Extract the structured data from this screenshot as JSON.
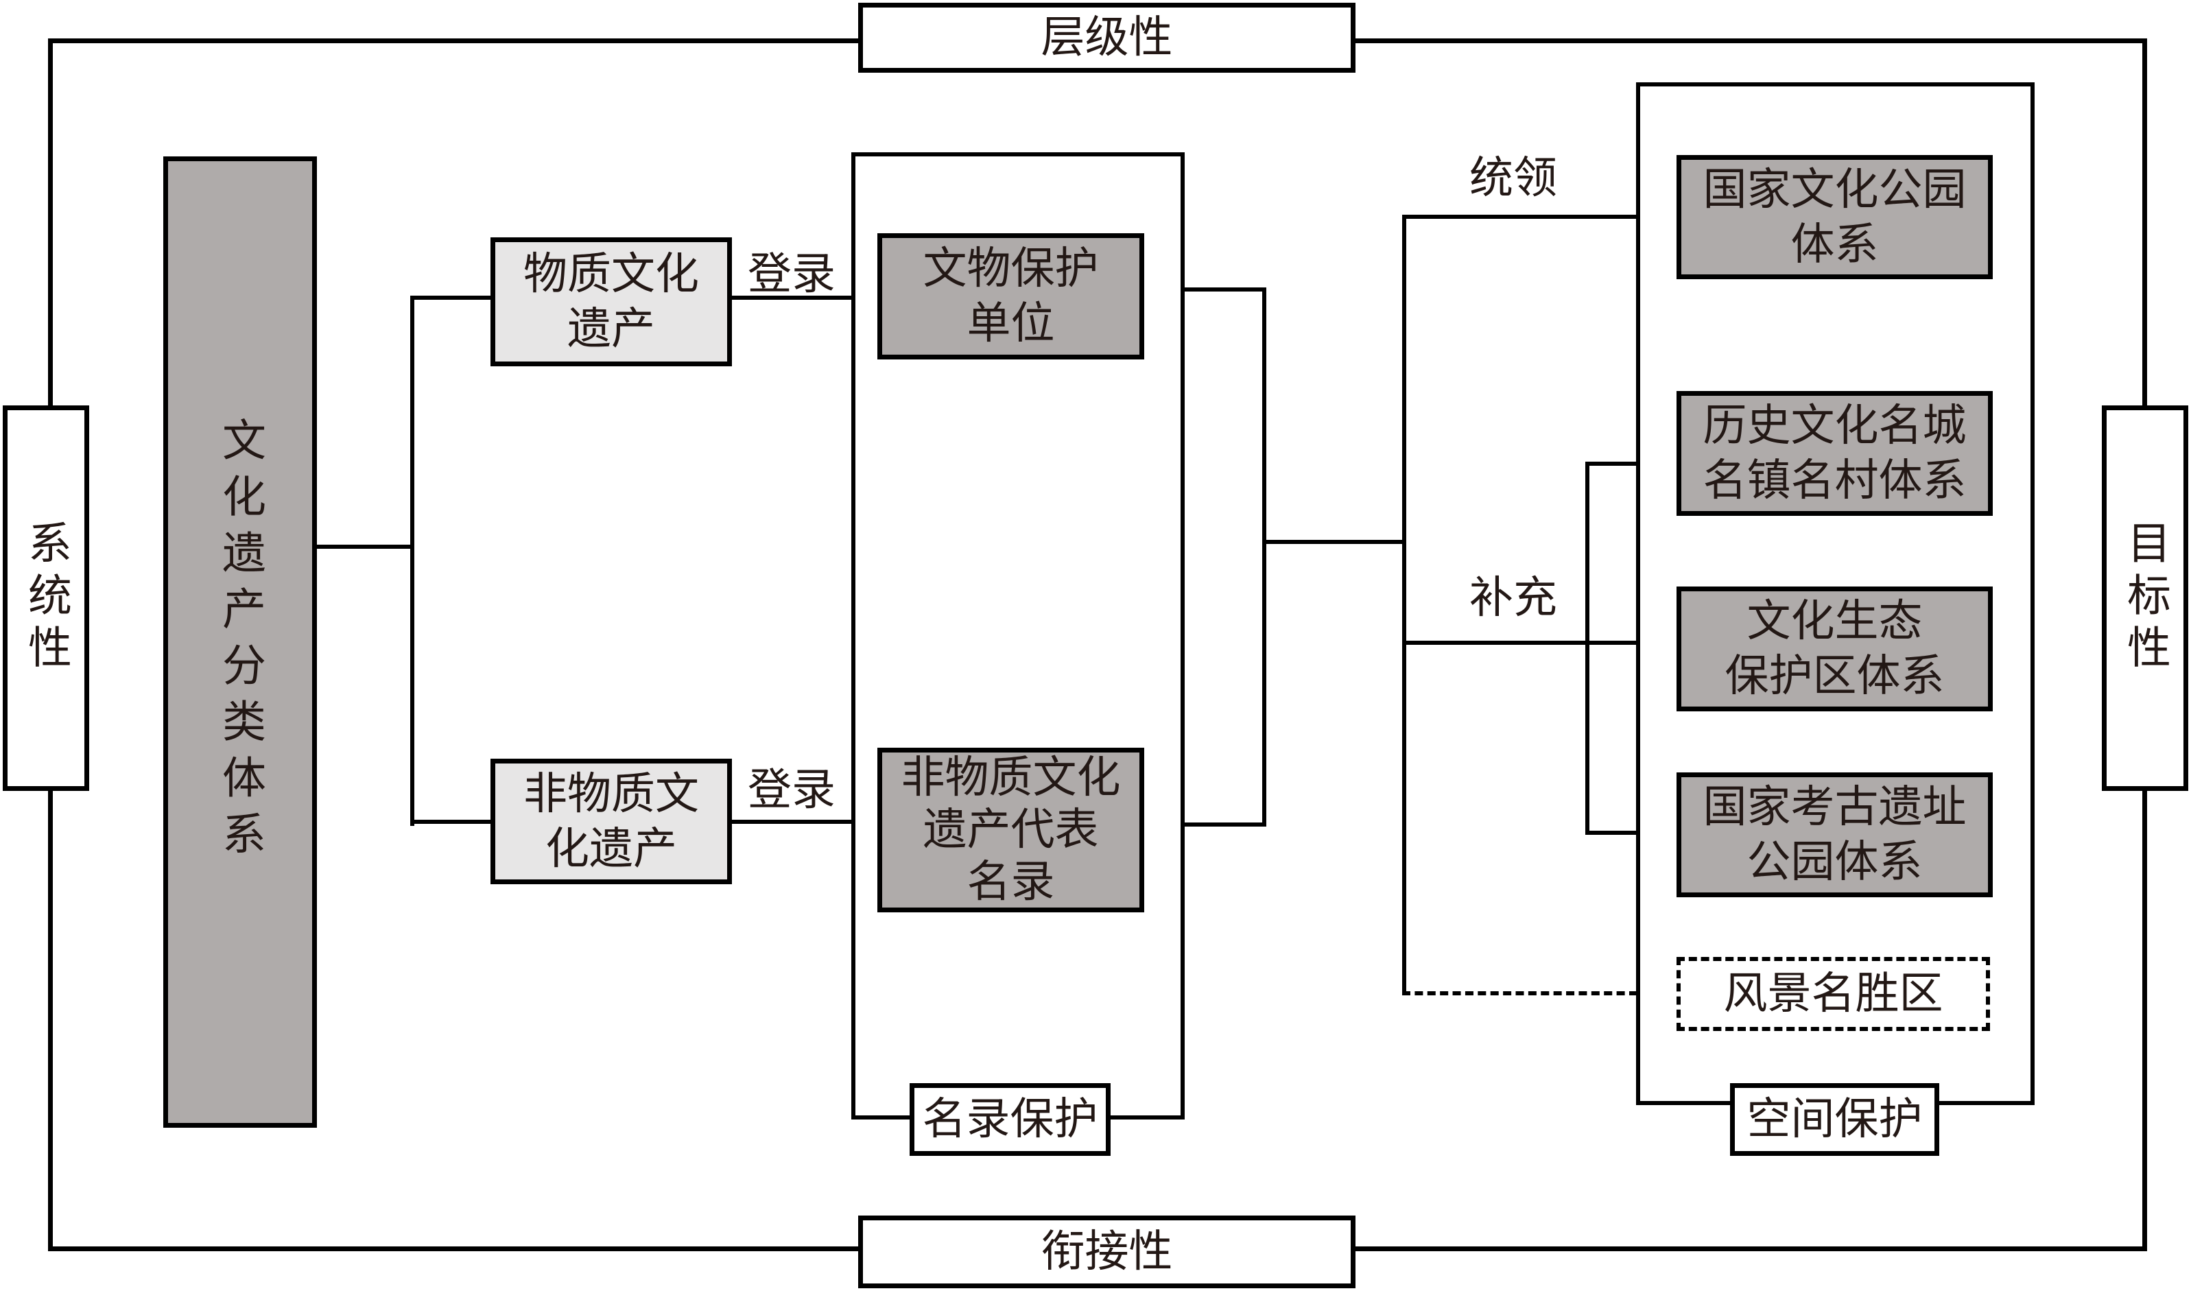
{
  "diagram": {
    "outer_labels": {
      "top": "层级性",
      "bottom": "衔接性",
      "left": "系统性",
      "right": "目标性"
    },
    "root": "文化遗产分类体系",
    "categories": [
      {
        "label": "物质文化\n遗产",
        "edge_label": "登录",
        "target": "文物保护\n单位"
      },
      {
        "label": "非物质文\n化遗产",
        "edge_label": "登录",
        "target": "非物质文化\n遗产代表\n名录"
      }
    ],
    "list_protection_label": "名录保护",
    "relations": {
      "lead": "统领",
      "supplement": "补充"
    },
    "spatial_systems": [
      {
        "label": "国家文化公园\n体系",
        "relation": "lead"
      },
      {
        "label": "历史文化名城\n名镇名村体系",
        "relation": "supplement"
      },
      {
        "label": "文化生态\n保护区体系",
        "relation": "supplement"
      },
      {
        "label": "国家考古遗址\n公园体系",
        "relation": "supplement"
      },
      {
        "label": "风景名胜区",
        "relation": "dashed"
      }
    ],
    "spatial_protection_label": "空间保护",
    "colors": {
      "dark_fill": "#afabaa",
      "light_fill": "#e7e6e6",
      "stroke": "#000000",
      "text": "#231815"
    }
  }
}
